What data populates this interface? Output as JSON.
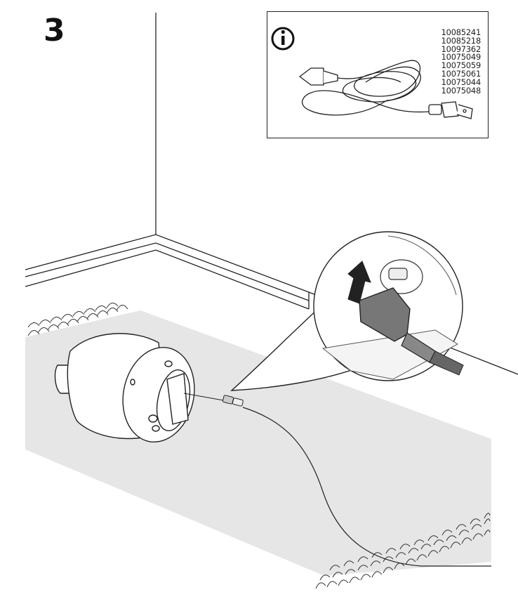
{
  "step": {
    "number": "3"
  },
  "info_box": {
    "icon": "info-icon",
    "part_numbers": [
      "10085241",
      "10085218",
      "10097362",
      "10075049",
      "10075059",
      "10075061",
      "10075044",
      "10075048"
    ]
  },
  "illustration": {
    "icons": [
      "power-cord-icon",
      "lamp-base-icon",
      "rug-icon",
      "arrow-up-icon",
      "plug-connector-icon"
    ],
    "colors": {
      "rug": "#e6e6e6",
      "connector": "#555555",
      "arrow": "#222222",
      "line": "#222222"
    }
  }
}
